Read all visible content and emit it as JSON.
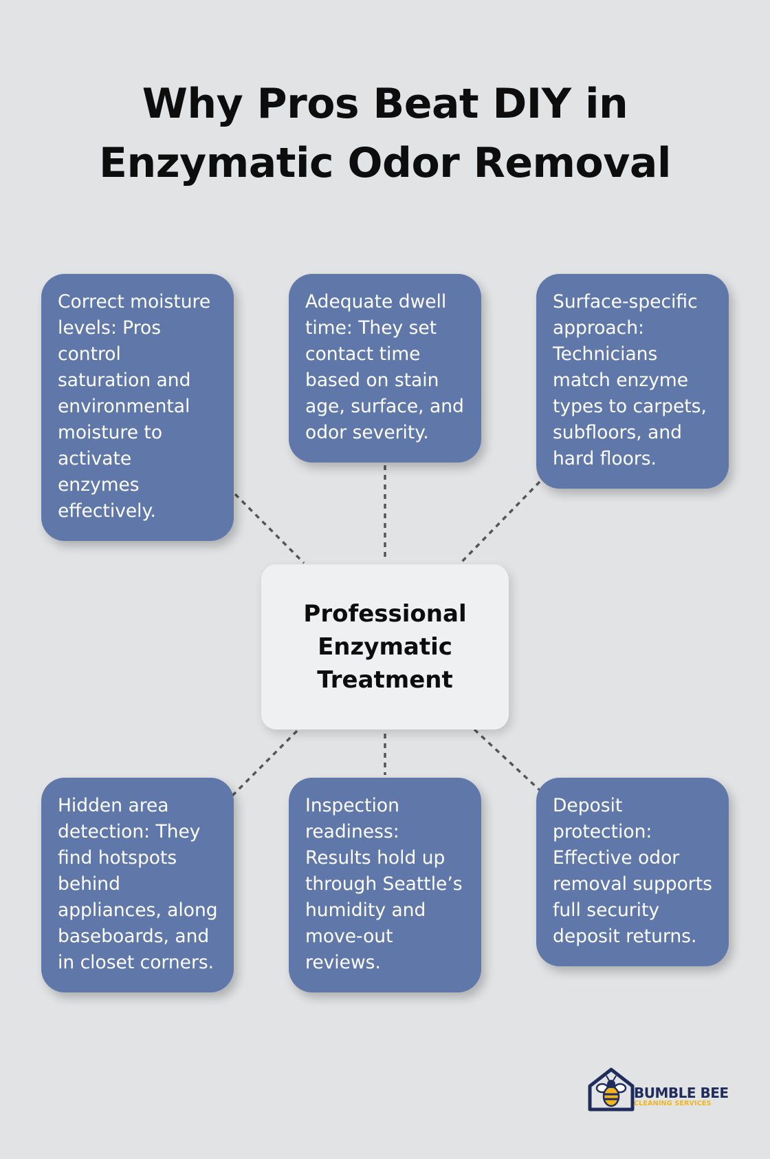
{
  "title": {
    "line1": "Why Pros Beat DIY in",
    "line2": "Enzymatic Odor Removal"
  },
  "hub": {
    "line1": "Professional",
    "line2": "Enzymatic",
    "line3": "Treatment"
  },
  "cards": [
    {
      "text": "Correct moisture levels: Pros control saturation and environmental moisture to activate enzymes effectively."
    },
    {
      "text": "Adequate dwell time: They set contact time based on stain age, surface, and odor severity."
    },
    {
      "text": "Surface-specific approach: Technicians match enzyme types to carpets, subfloors, and hard floors."
    },
    {
      "text": "Hidden area detection: They find hotspots behind appliances, along baseboards, and in closet corners."
    },
    {
      "text": "Inspection readiness: Results hold up through Seattle’s humidity and move-out reviews."
    },
    {
      "text": "Deposit protection: Effective odor removal supports full security deposit returns."
    }
  ],
  "logo": {
    "name": "BUMBLE BEE",
    "tagline": "CLEANING SERVICES",
    "icon": "bee-house-icon"
  },
  "colors": {
    "background": "#e1e3e4",
    "card": "#5f78a9",
    "hub": "#eff0f1",
    "logo_navy": "#1f2c5c",
    "logo_yellow": "#f2b51c"
  }
}
